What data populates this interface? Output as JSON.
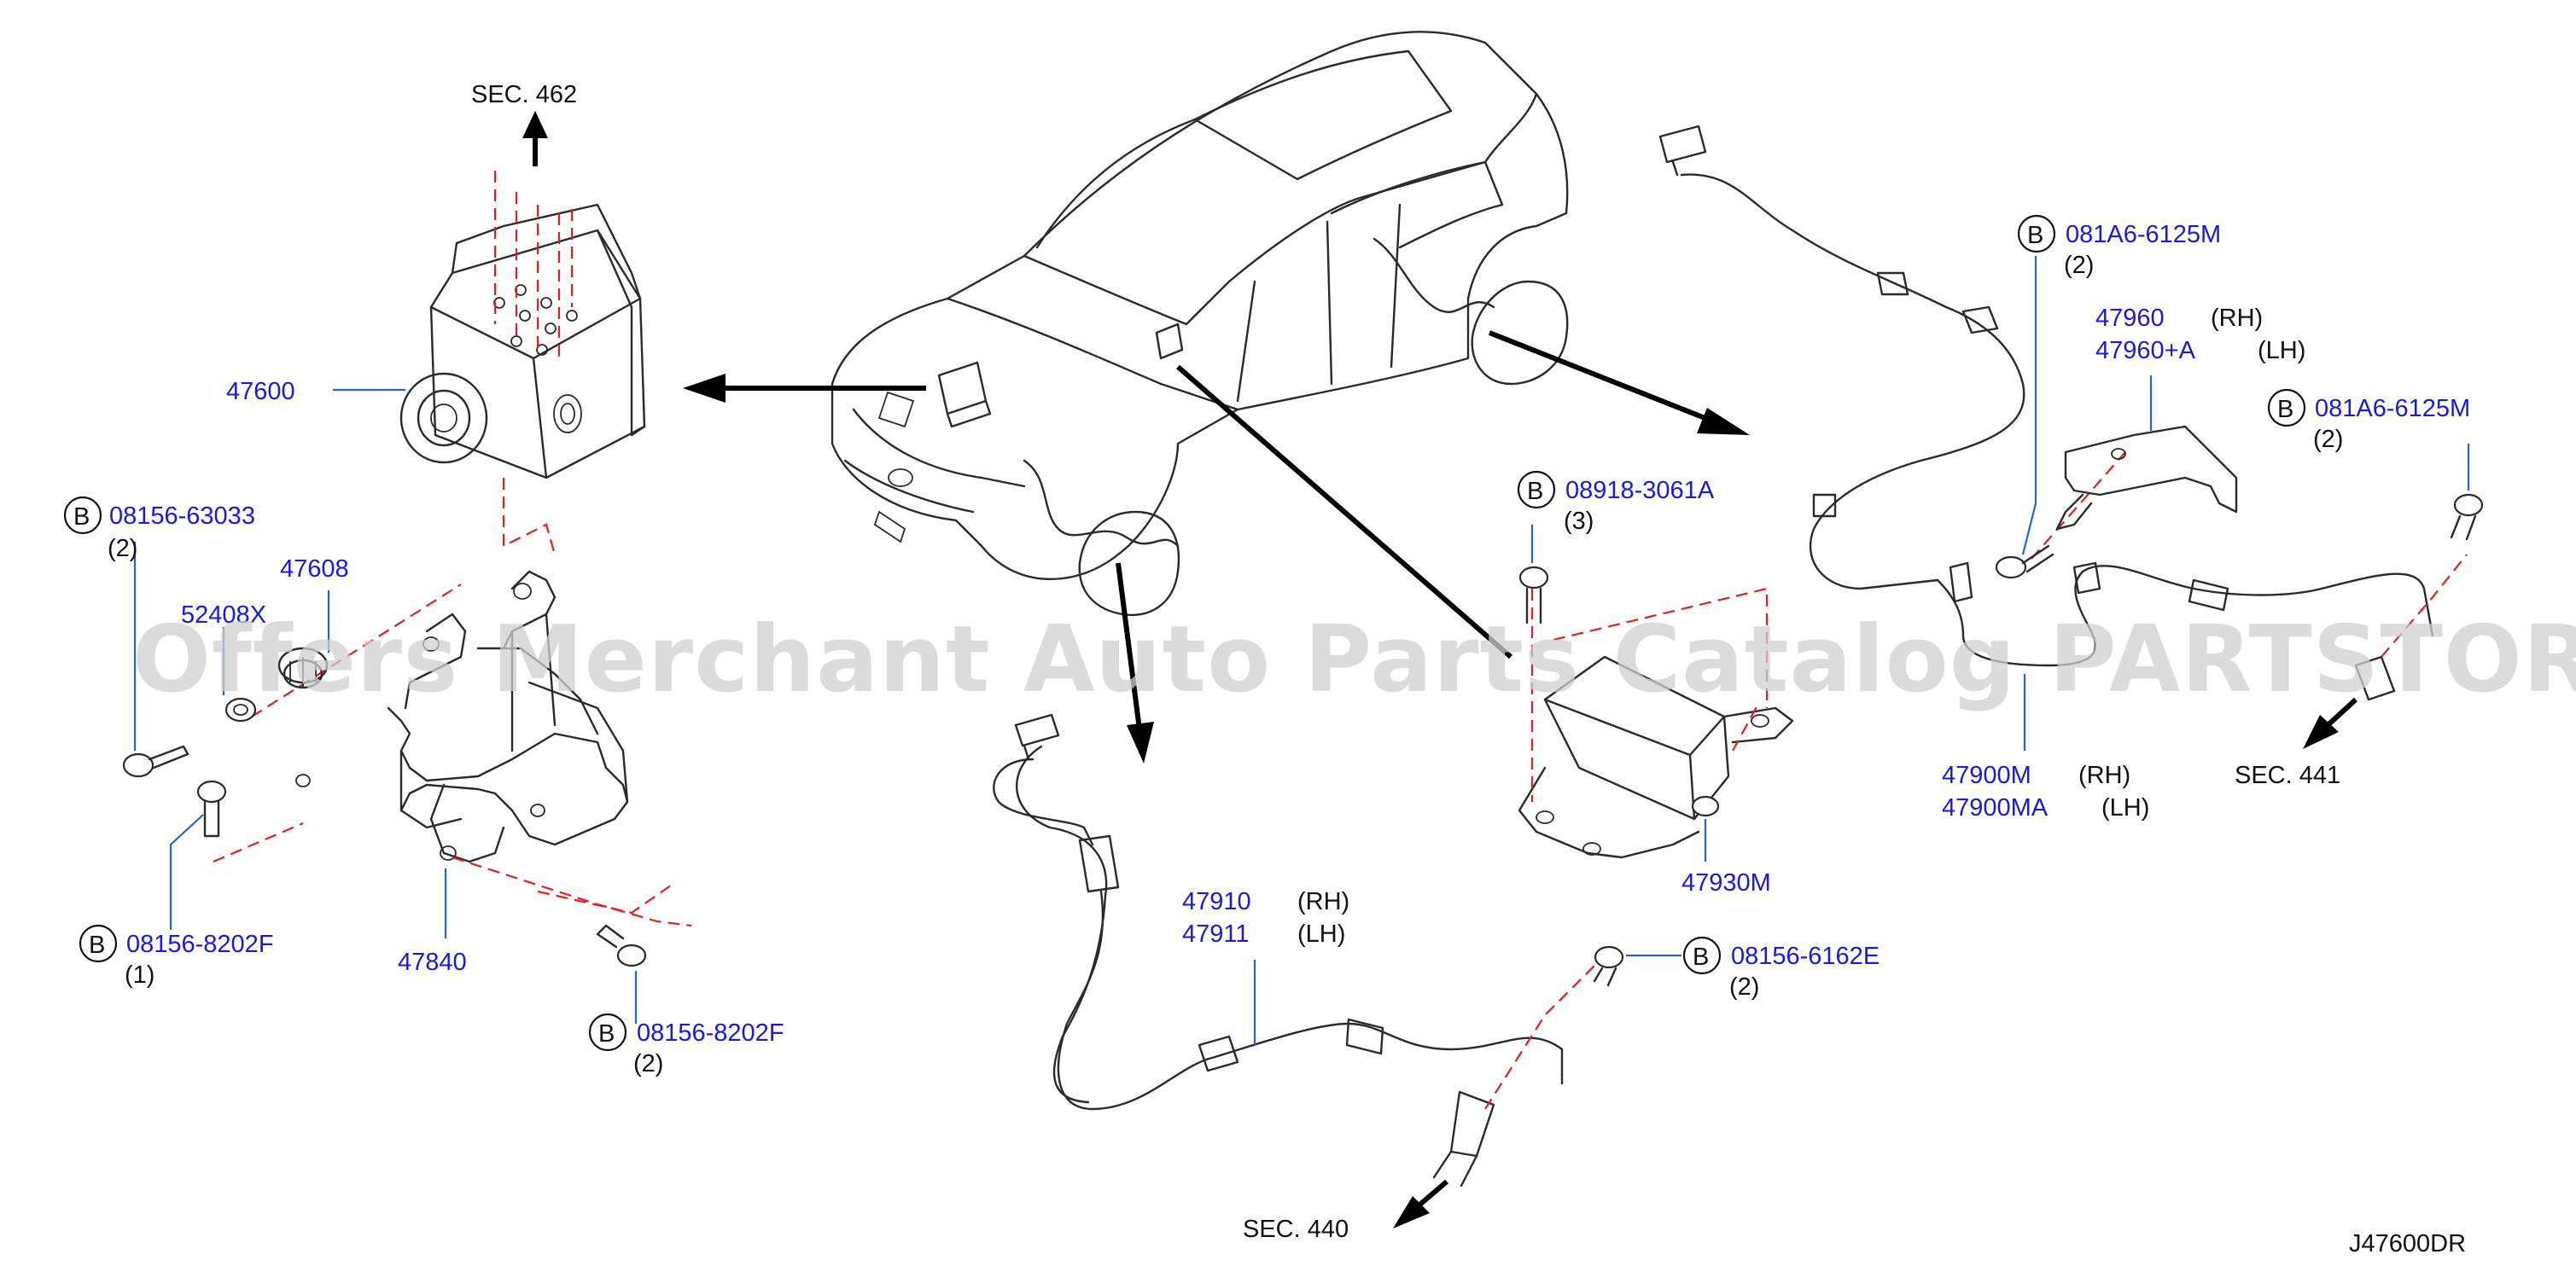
{
  "watermark": "Offers Merchant Auto Parts Catalog PARTSTORE.SA",
  "diagram_code": "J47600DR",
  "sections": {
    "sec462": "SEC.  462",
    "sec441": "SEC.   441",
    "sec440": "SEC.   440"
  },
  "bolt_marker": "B",
  "labels": {
    "p47600": "47600",
    "b08156_63033": "08156-63033",
    "q2_a": "(2)",
    "p47608": "47608",
    "p52408x": "52408X",
    "b08156_8202f_left": "08156-8202F",
    "q1": "(1)",
    "p47840": "47840",
    "b08156_8202f_bottom": "08156-8202F",
    "q2_b": "(2)",
    "p47910": "47910",
    "rh_47910": "(RH)",
    "p47911": "47911",
    "lh_47911": "(LH)",
    "b08918_3061a": "08918-3061A",
    "q3": "(3)",
    "p47930m": "47930M",
    "b08156_6162e": "08156-6162E",
    "q2_c": "(2)",
    "b081a6_6125m_top": "081A6-6125M",
    "q2_d": "(2)",
    "p47960": "47960",
    "rh_47960": "(RH)",
    "p47960a": "47960+A",
    "lh_47960a": "(LH)",
    "b081a6_6125m_right": "081A6-6125M",
    "q2_e": "(2)",
    "p47900m": "47900M",
    "rh_47900m": "(RH)",
    "p47900ma": "47900MA",
    "lh_47900ma": "(LH)"
  },
  "colors": {
    "part_number": "#1a1ad8",
    "leader_line": "#2a62c9",
    "dashed_guide": "#e02020",
    "line_art": "#2a2a2a"
  }
}
